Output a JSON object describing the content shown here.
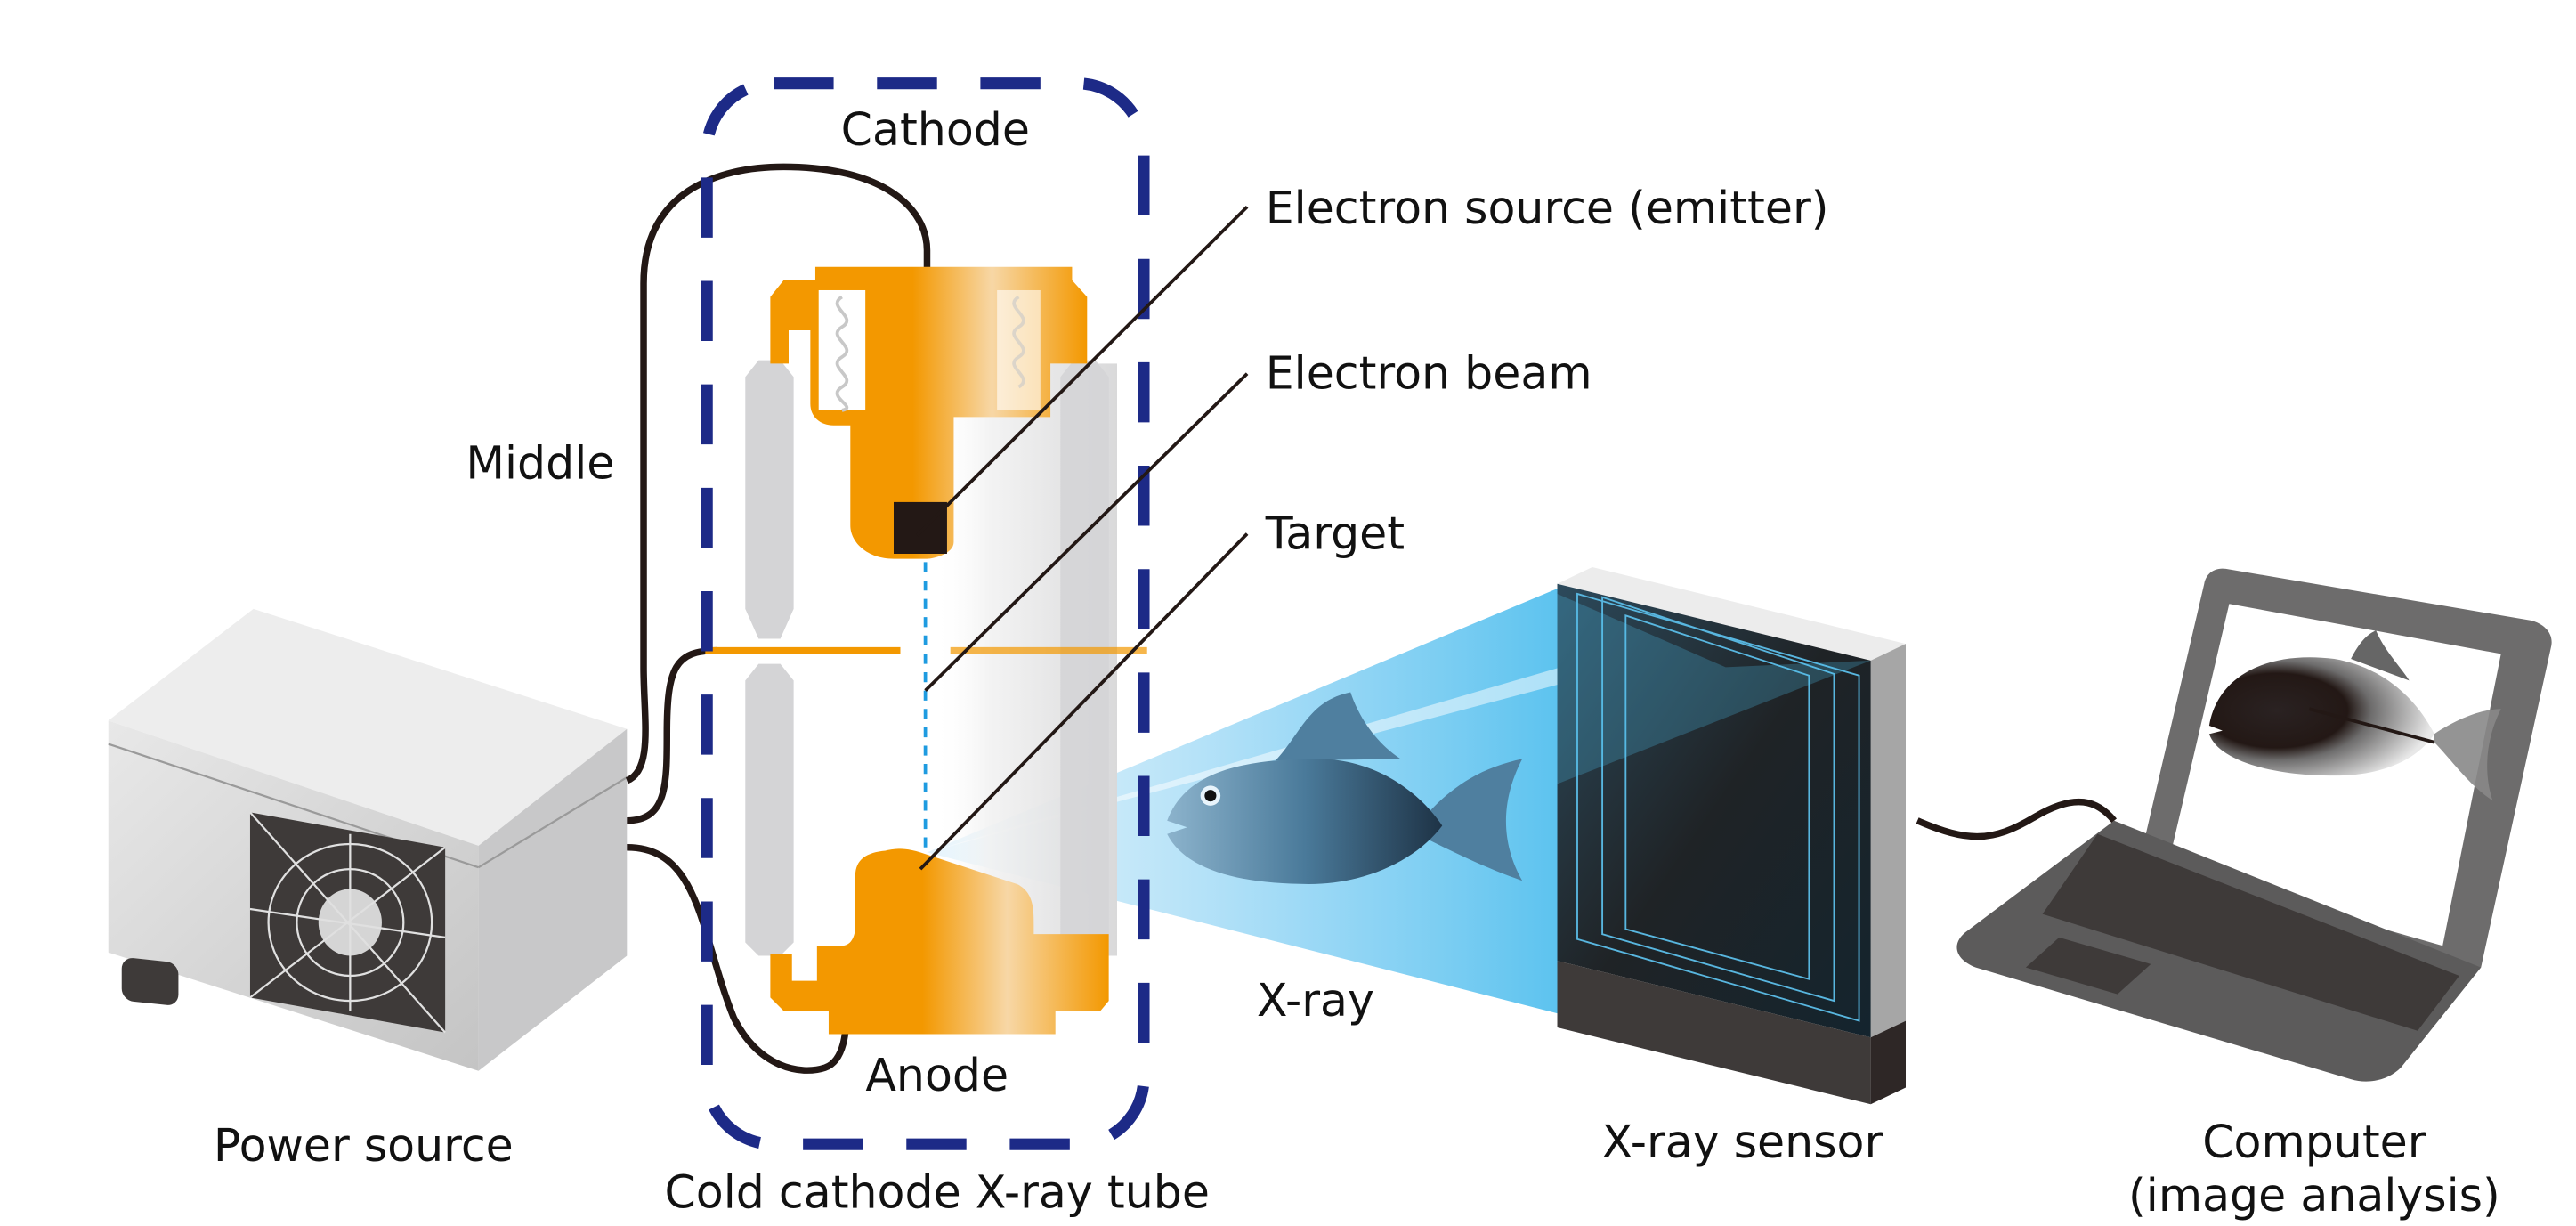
{
  "labels": {
    "cathode": "Cathode",
    "electron_source": "Electron source (emitter)",
    "electron_beam": "Electron beam",
    "target": "Target",
    "middle": "Middle",
    "anode": "Anode",
    "xray": "X-ray",
    "power_source": "Power source",
    "tube": "Cold cathode X-ray tube",
    "sensor": "X-ray sensor",
    "computer_line1": "Computer",
    "computer_line2": "(image analysis)"
  },
  "colors": {
    "electrode_orange": "#f39800",
    "dashed_frame_navy": "#1d2a87",
    "beam_blue": "#1e9be0",
    "xray_blue": "#4fc3f0",
    "cable": "#231815",
    "glass_gray": "#d4d4d6",
    "device_gray": "#d9d9d9",
    "sensor_dark": "#1f2326",
    "laptop_gray": "#6d6c6c"
  }
}
